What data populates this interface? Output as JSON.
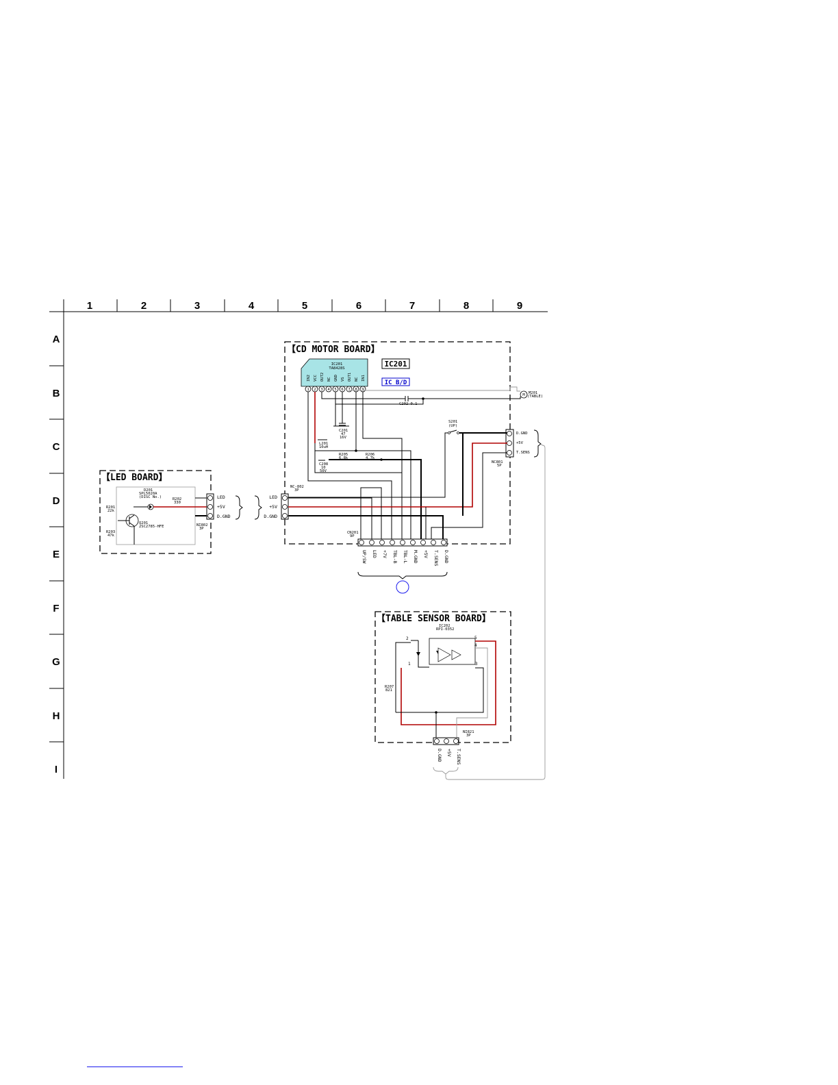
{
  "grid": {
    "columns": [
      "1",
      "2",
      "3",
      "4",
      "5",
      "6",
      "7",
      "8",
      "9"
    ],
    "rows": [
      "A",
      "B",
      "C",
      "D",
      "E",
      "F",
      "G",
      "H",
      "I"
    ]
  },
  "boards": {
    "cd_motor": "【CD MOTOR BOARD】",
    "led": "【LED BOARD】",
    "table_sensor": "【TABLE SENSOR BOARD】"
  },
  "ic201": {
    "title": "IC201",
    "part_ref": "IC201",
    "part_no": "TA8428S",
    "bd_tag": "IC B/D",
    "pin_names": [
      "IN2",
      "VCC",
      "OUT2",
      "NC",
      "GND",
      "VS",
      "OUT1",
      "NC",
      "IN1"
    ],
    "pin_numbers": [
      "1",
      "2",
      "3",
      "4",
      "5",
      "6",
      "7",
      "8",
      "9"
    ]
  },
  "cd_motor_parts": {
    "m201_ref": "M201",
    "m201_desc": "(TABLE)",
    "c202": "C202  0.1",
    "s201_ref": "S201",
    "s201_desc": "(UP)",
    "c201_ref": "C201",
    "c201_val1": "47",
    "c201_val2": "16V",
    "l201_ref": "L201",
    "l201_val": "10uH",
    "r205_ref": "R205",
    "r205_val": "6.8k",
    "r206_ref": "R206",
    "r206_val": "4.7k",
    "c208_ref": "C208",
    "c208_val1": "10",
    "c208_val2": "50V"
  },
  "connectors": {
    "nc801_ref": "NC801",
    "nc801_pins": "5P",
    "nc801_labels": [
      "D.GND",
      "+5V",
      "T.SENS"
    ],
    "nc802_ref": "NC-802",
    "nc802_pins": "3P",
    "nc802_labels": [
      "LED",
      "+5V",
      "D.GND"
    ],
    "ni802_ref": "NI802",
    "ni802_pins": "3P",
    "ni802_labels": [
      "LED",
      "+5V",
      "D.GND"
    ],
    "cn201_ref": "CN201",
    "cn201_pins": "9P",
    "cn201_labels": [
      "UP/SW",
      "LED",
      "+7V",
      "TBL-B",
      "TBL-L",
      "M.GND",
      "+5V",
      "T.SENS",
      "D.GND"
    ],
    "ni821_ref": "NI821",
    "ni821_pins": "3P",
    "ni821_labels": [
      "D.GND",
      "+5V",
      "T.SENS"
    ]
  },
  "led_parts": {
    "d201_ref": "D201",
    "d201_part": "SPL5020A",
    "d201_desc": "(DISC No.)",
    "r202_ref": "R202",
    "r202_val": "330",
    "r201_ref": "R201",
    "r201_val": "22k",
    "r203_ref": "R203",
    "r203_val": "47k",
    "q201_ref": "Q201",
    "q201_part": "2SC2785-HFE"
  },
  "sensor_parts": {
    "ic202_ref": "IC202",
    "ic202_part": "RPI-0352",
    "r207_ref": "R207",
    "r207_val": "821",
    "pins": [
      "1",
      "2",
      "3",
      "4",
      "5"
    ]
  }
}
